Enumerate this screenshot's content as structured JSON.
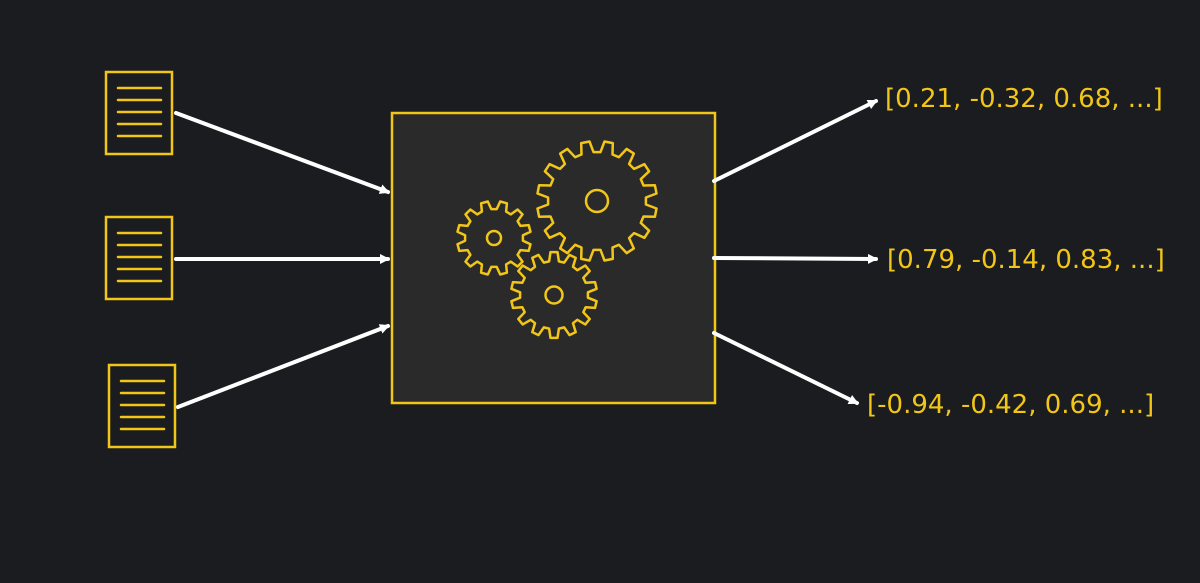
{
  "colors": {
    "background": "#1a1c1f",
    "accent": "#f2c618",
    "box_fill": "#2a2a2a",
    "arrow": "#ffffff"
  },
  "inputs": [
    {
      "icon": "document-icon"
    },
    {
      "icon": "document-icon"
    },
    {
      "icon": "document-icon"
    }
  ],
  "model": {
    "icon": "gears-icon"
  },
  "outputs": [
    {
      "label": "[0.21, -0.32, 0.68, ...]"
    },
    {
      "label": "[0.79, -0.14, 0.83, ...]"
    },
    {
      "label": "[-0.94, -0.42, 0.69, ...]"
    }
  ]
}
